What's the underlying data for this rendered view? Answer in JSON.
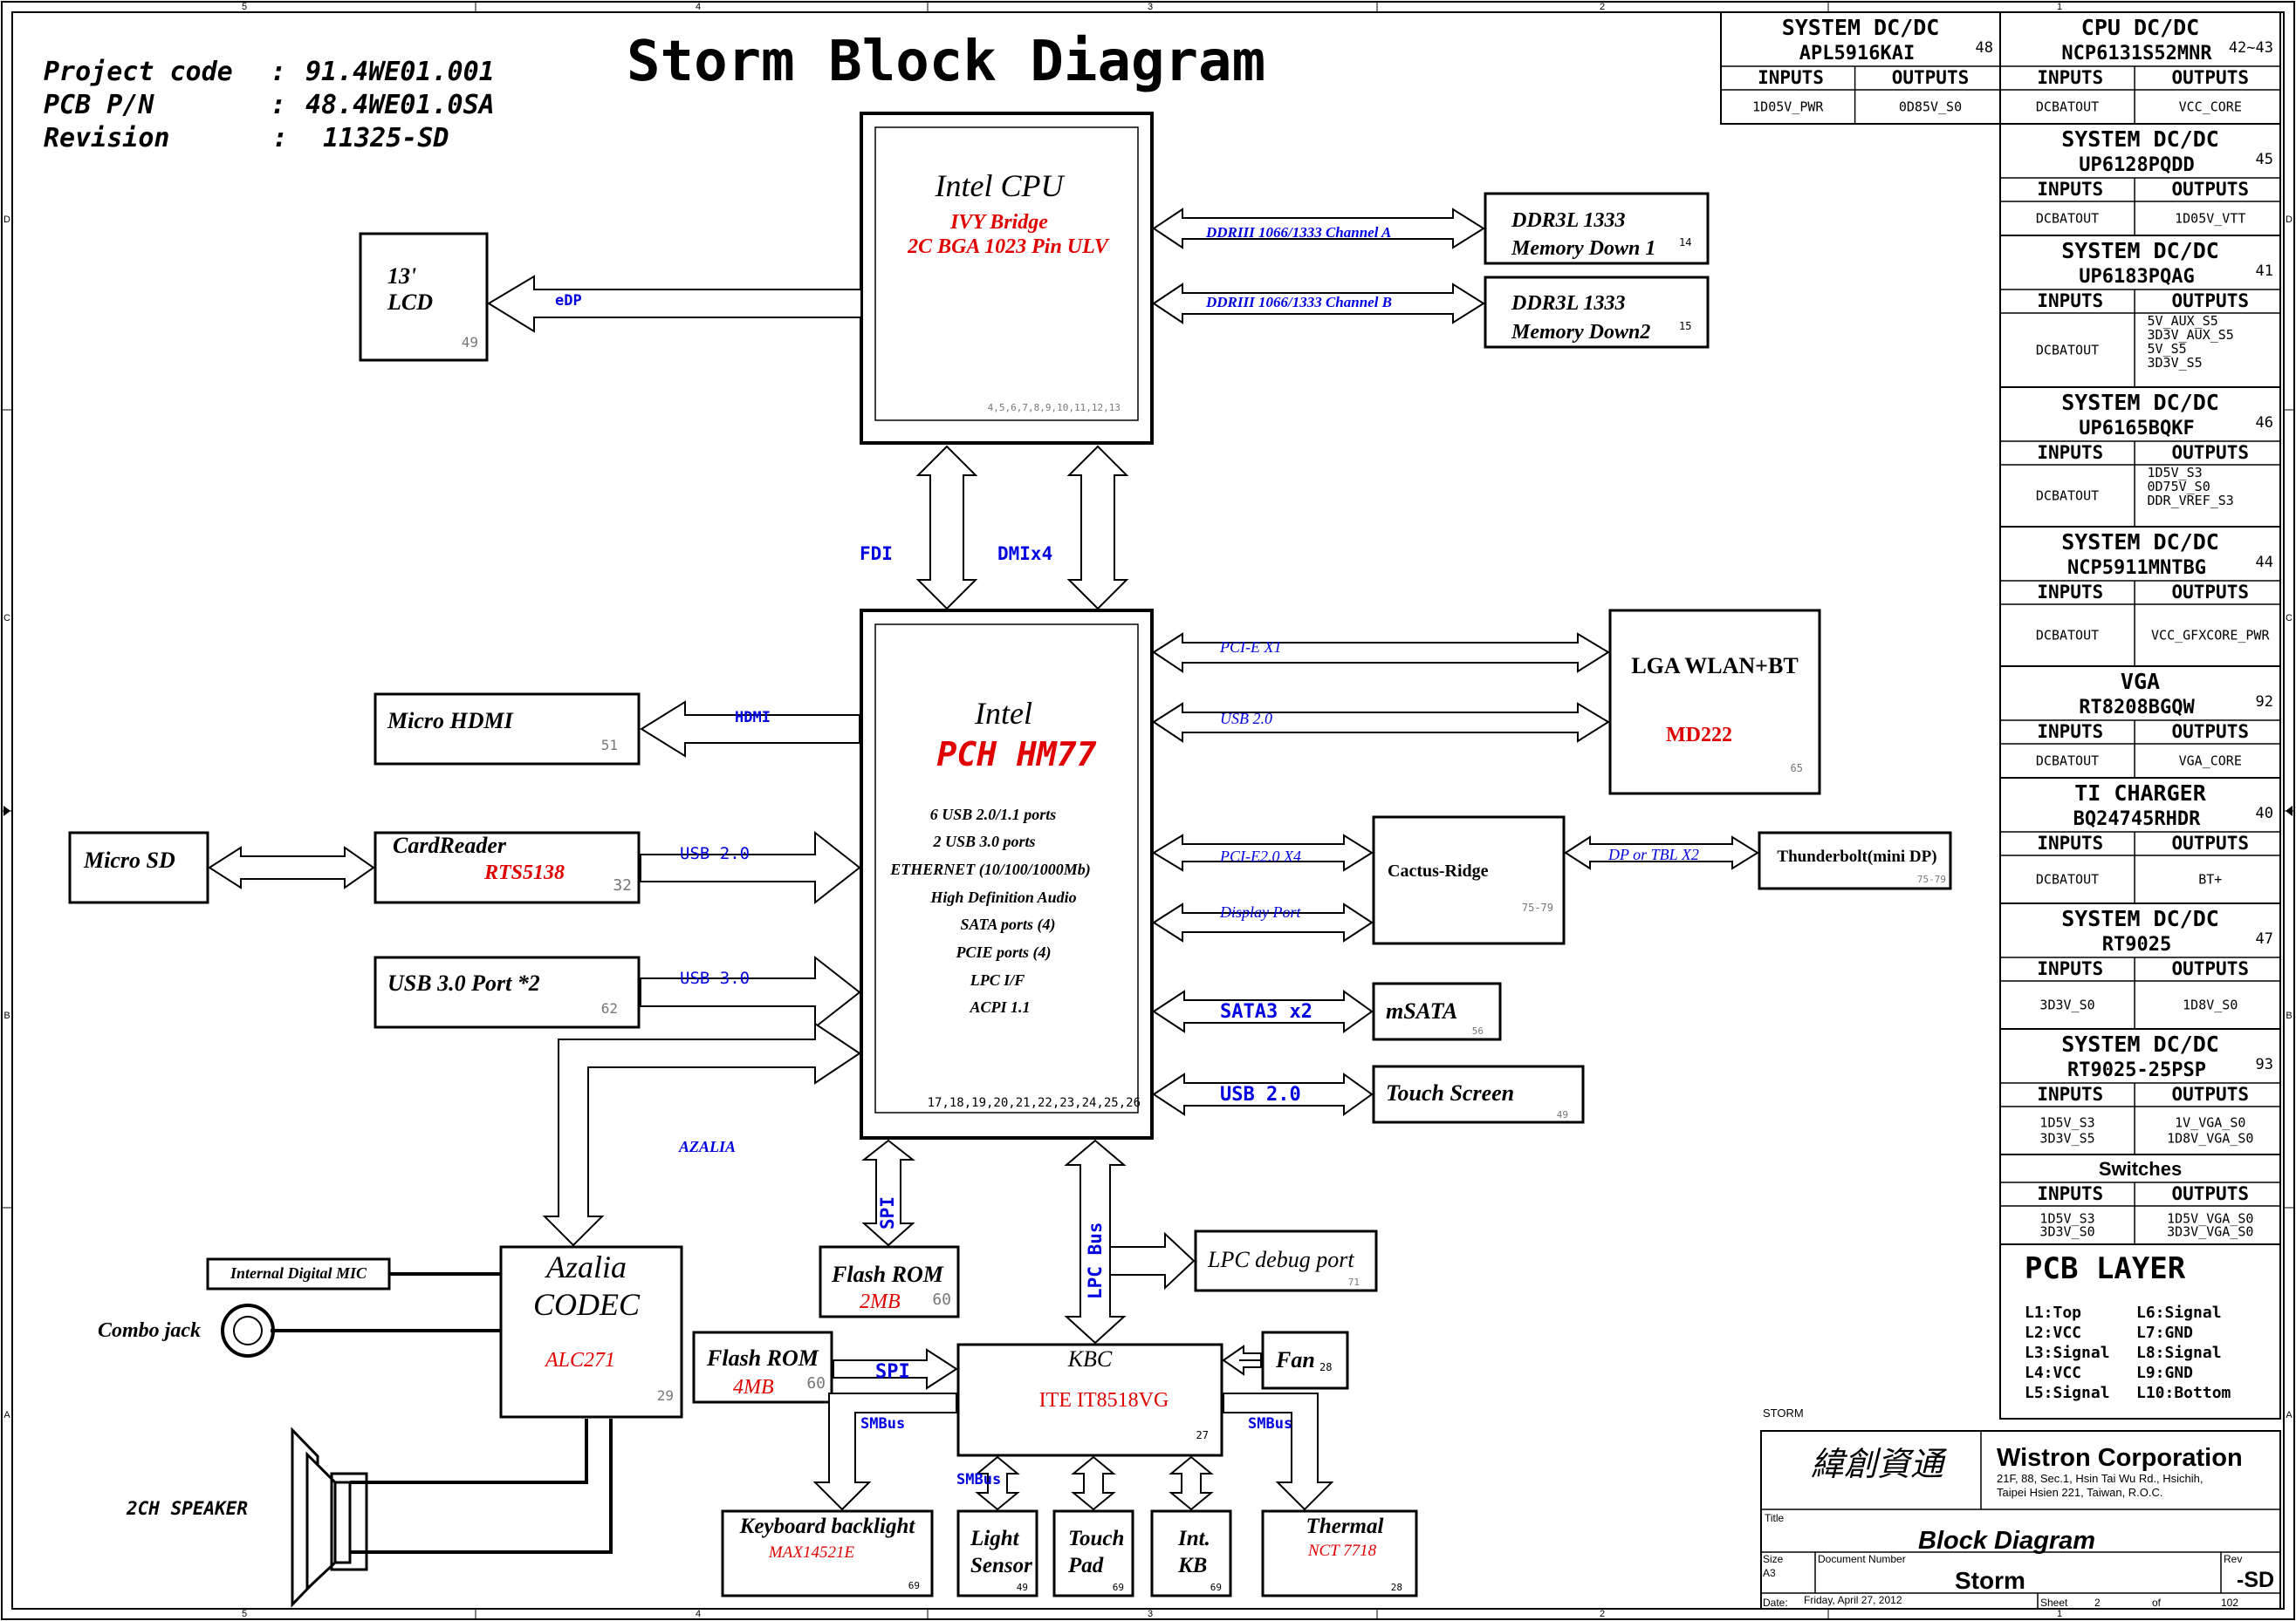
{
  "title": "Storm Block Diagram",
  "project": {
    "rows": [
      {
        "label": "Project code",
        "sep": ":",
        "value": "91.4WE01.001"
      },
      {
        "label": "PCB P/N",
        "sep": ":",
        "value": "48.4WE01.0SA"
      },
      {
        "label": "Revision",
        "sep": ":",
        "value": "11325-SD"
      }
    ]
  },
  "border": {
    "top_numbers": [
      "5",
      "4",
      "3",
      "2",
      "1"
    ],
    "bottom_numbers": [
      "5",
      "4",
      "3",
      "2",
      "1"
    ],
    "left_letters": [
      "D",
      "C",
      "B",
      "A"
    ],
    "right_letters": [
      "D",
      "C",
      "B",
      "A"
    ]
  },
  "cpu": {
    "title": "Intel CPU",
    "line1": "IVY Bridge",
    "line2": "2C BGA 1023 Pin ULV",
    "pages": "4,5,6,7,8,9,10,11,12,13"
  },
  "pch": {
    "title1": "Intel",
    "title2": "PCH HM77",
    "features": [
      "6 USB 2.0/1.1 ports",
      "2 USB 3.0  ports",
      "ETHERNET (10/100/1000Mb)",
      "High Definition Audio",
      "SATA ports (4)",
      "PCIE ports (4)",
      "LPC I/F",
      "ACPI 1.1"
    ],
    "pages": "17,18,19,20,21,22,23,24,25,26"
  },
  "lcd": {
    "line1": "13'",
    "line2": "LCD",
    "page": "49",
    "bus": "eDP"
  },
  "ddr1": {
    "line1": "DDR3L 1333",
    "line2": "Memory Down 1",
    "page": "14",
    "bus": "DDRIII 1066/1333 Channel A"
  },
  "ddr2": {
    "line1": "DDR3L 1333",
    "line2": "Memory Down2",
    "page": "15",
    "bus": "DDRIII 1066/1333 Channel B"
  },
  "fdi": "FDI",
  "dmi": "DMIx4",
  "wlan": {
    "line1": "LGA WLAN+BT",
    "model": "MD222",
    "page": "65",
    "bus1": "PCI-E X1",
    "bus2": "USB 2.0"
  },
  "hdmi": {
    "label": "Micro HDMI",
    "page": "51",
    "bus": "HDMI"
  },
  "cardreader": {
    "label": "CardReader",
    "model": "RTS5138",
    "page": "32",
    "bus": "USB 2.0"
  },
  "microsd": {
    "label": "Micro SD"
  },
  "usb3": {
    "label": "USB 3.0 Port *2",
    "page": "62",
    "bus": "USB 3.0"
  },
  "cactus": {
    "label": "Cactus-Ridge",
    "page": "75-79",
    "bus1": "PCI-E2.0 X4",
    "bus2": "Display Port"
  },
  "thunderbolt": {
    "label": "Thunderbolt(mini DP)",
    "page": "75-79",
    "bus": "DP or TBL X2"
  },
  "msata": {
    "label": "mSATA",
    "page": "56",
    "bus": "SATA3 x2"
  },
  "touchscreen": {
    "label": "Touch Screen",
    "page": "49",
    "bus": "USB 2.0"
  },
  "azalia_bus": "AZALIA",
  "codec": {
    "line1": "Azalia",
    "line2": "CODEC",
    "model": "ALC271",
    "page": "29"
  },
  "mic": "Internal Digital MIC",
  "combo": "Combo jack",
  "speaker": "2CH SPEAKER",
  "spi1": "SPI",
  "flash1": {
    "label": "Flash ROM",
    "size": "2MB",
    "page": "60"
  },
  "lpcbus": "LPC Bus",
  "lpcdebug": {
    "label": "LPC debug  port",
    "page": "71"
  },
  "flash2": {
    "label": "Flash ROM",
    "size": "4MB",
    "page": "60",
    "bus": "SPI"
  },
  "kbc": {
    "label": "KBC",
    "model": "ITE IT8518VG",
    "page": "27"
  },
  "fan": {
    "label": "Fan",
    "page": "28"
  },
  "smbus_left": "SMBus",
  "smbus_mid": "SMBus",
  "smbus_right": "SMBus",
  "kbbl": {
    "label": "Keyboard backlight",
    "model": "MAX14521E",
    "page": "69"
  },
  "light": {
    "line1": "Light",
    "line2": "Sensor",
    "page": "49"
  },
  "touchpad": {
    "line1": "Touch",
    "line2": "Pad",
    "page": "69"
  },
  "intkb": {
    "line1": "Int.",
    "line2": "KB",
    "page": "69"
  },
  "thermal": {
    "label": "Thermal",
    "model": "NCT 7718",
    "page": "28"
  },
  "pwr_header": {
    "in": "INPUTS",
    "out": "OUTPUTS"
  },
  "power_top": [
    {
      "title": "SYSTEM DC/DC",
      "part": "APL5916KAI",
      "page": "48",
      "inputs": [
        "1D05V_PWR"
      ],
      "outputs": [
        "0D85V_S0"
      ]
    },
    {
      "title": "CPU DC/DC",
      "part": "NCP6131S52MNR",
      "page": "42~43",
      "inputs": [
        "DCBATOUT"
      ],
      "outputs": [
        "VCC_CORE"
      ]
    }
  ],
  "power": [
    {
      "title": "SYSTEM DC/DC",
      "part": "UP6128PQDD",
      "page": "45",
      "inputs": [
        "DCBATOUT"
      ],
      "outputs": [
        "1D05V_VTT"
      ]
    },
    {
      "title": "SYSTEM DC/DC",
      "part": "UP6183PQAG",
      "page": "41",
      "inputs": [
        "DCBATOUT"
      ],
      "outputs": [
        "5V_AUX_S5",
        "3D3V_AUX_S5",
        "5V_S5",
        "3D3V_S5"
      ]
    },
    {
      "title": "SYSTEM DC/DC",
      "part": "UP6165BQKF",
      "page": "46",
      "inputs": [
        "DCBATOUT"
      ],
      "outputs": [
        "1D5V_S3",
        "0D75V_S0",
        "DDR_VREF_S3"
      ]
    },
    {
      "title": "SYSTEM DC/DC",
      "part": "NCP5911MNTBG",
      "page": "44",
      "inputs": [
        "DCBATOUT"
      ],
      "outputs": [
        "VCC_GFXCORE_PWR"
      ]
    },
    {
      "title": "VGA",
      "part": "RT8208BGQW",
      "page": "92",
      "inputs": [
        "DCBATOUT"
      ],
      "outputs": [
        "VGA_CORE"
      ]
    },
    {
      "title": "TI CHARGER",
      "part": "BQ24745RHDR",
      "page": "40",
      "inputs": [
        "DCBATOUT"
      ],
      "outputs": [
        "BT+"
      ]
    },
    {
      "title": "SYSTEM DC/DC",
      "part": "RT9025",
      "page": "47",
      "inputs": [
        "3D3V_S0"
      ],
      "outputs": [
        "1D8V_S0"
      ]
    },
    {
      "title": "SYSTEM DC/DC",
      "part": "RT9025-25PSP",
      "page": "93",
      "inputs": [
        "1D5V_S3",
        "3D3V_S5"
      ],
      "outputs": [
        "1V_VGA_S0",
        "1D8V_VGA_S0"
      ]
    }
  ],
  "switches": {
    "title": "Switches",
    "inputs": [
      "1D5V_S3",
      "3D3V_S0"
    ],
    "outputs": [
      "1D5V_VGA_S0",
      "3D3V_VGA_S0"
    ]
  },
  "pcb_layer": {
    "title": "PCB LAYER",
    "left": [
      "L1:Top",
      "L2:VCC",
      "L3:Signal",
      "L4:VCC",
      "L5:Signal"
    ],
    "right": [
      "L6:Signal",
      "L7:GND",
      "L8:Signal",
      "L9:GND",
      "L10:Bottom"
    ]
  },
  "titleblock": {
    "project": "STORM",
    "chinese": "緯創資通",
    "company": "Wistron Corporation",
    "addr1": "21F, 88, Sec.1, Hsin Tai Wu Rd., Hsichih,",
    "addr2": "Taipei Hsien 221, Taiwan, R.O.C.",
    "title_label": "Title",
    "title": "Block Diagram",
    "size_label": "Size",
    "size": "A3",
    "docnum_label": "Document Number",
    "docnum": "Storm",
    "rev_label": "Rev",
    "rev": "-SD",
    "date_label": "Date:",
    "date": "Friday, April 27, 2012",
    "sheet_label": "Sheet",
    "sheet": "2",
    "of_label": "of",
    "total": "102"
  }
}
